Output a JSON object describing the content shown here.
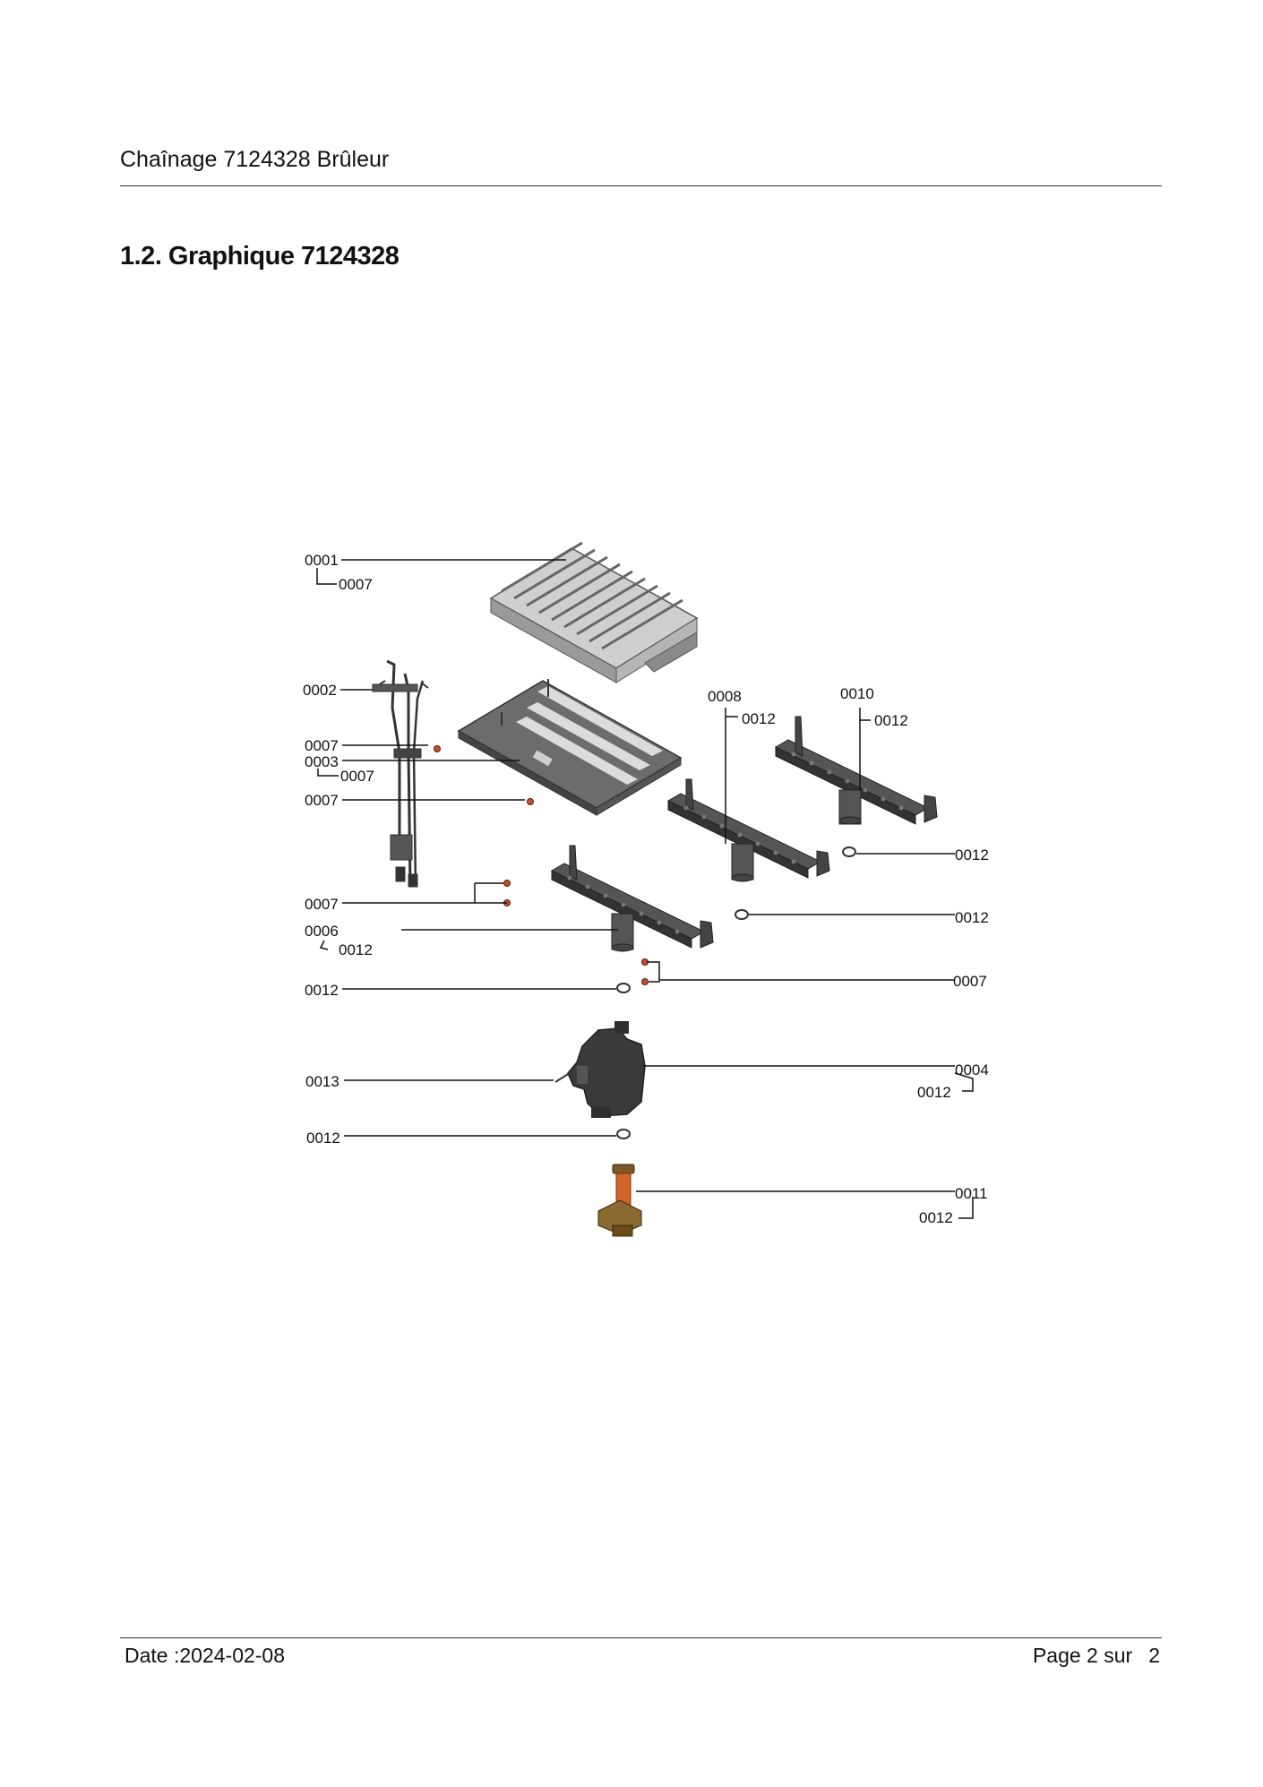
{
  "header": {
    "title": "Chaînage 7124328 Brûleur"
  },
  "section": {
    "heading": "1.2. Graphique 7124328"
  },
  "callouts": {
    "c1": "0001",
    "c2": "0007",
    "c3": "0002",
    "c4": "0007",
    "c5": "0003",
    "c6": "0007",
    "c7": "0007",
    "c8": "0008",
    "c9": "0012",
    "c10": "0010",
    "c11": "0012",
    "c12": "0012",
    "c13": "0007",
    "c14": "0006",
    "c15": "0012",
    "c16": "0012",
    "c17": "0012",
    "c18": "0007",
    "c19": "0013",
    "c20": "0004",
    "c21": "0012",
    "c22": "0012",
    "c23": "0011",
    "c24": "0012"
  },
  "footer": {
    "date": "Date :2024-02-08",
    "page_label": "Page 2 sur",
    "page_total": "2"
  }
}
